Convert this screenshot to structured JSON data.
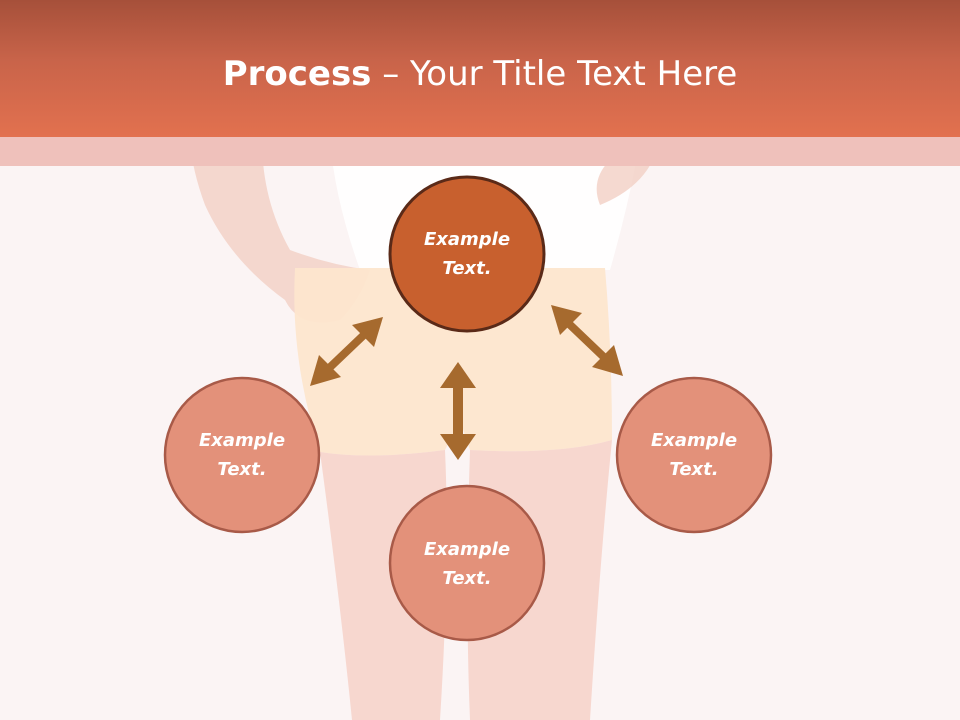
{
  "slide": {
    "title_bold": "Process",
    "title_rest": " – Your Title Text Here"
  },
  "nodes": [
    {
      "id": "top",
      "label_line1": "Example",
      "label_line2": "Text.",
      "fill": "#c8602e",
      "stroke": "#5a2a18"
    },
    {
      "id": "left",
      "label_line1": "Example",
      "label_line2": "Text.",
      "fill": "#e3917a",
      "stroke": "#a85a48"
    },
    {
      "id": "bottom",
      "label_line1": "Example",
      "label_line2": "Text.",
      "fill": "#e3917a",
      "stroke": "#a85a48"
    },
    {
      "id": "right",
      "label_line1": "Example",
      "label_line2": "Text.",
      "fill": "#e3917a",
      "stroke": "#a85a48"
    }
  ],
  "connectors": [
    {
      "from": "top",
      "to": "left",
      "style": "double-arrow"
    },
    {
      "from": "top",
      "to": "bottom",
      "style": "double-arrow"
    },
    {
      "from": "top",
      "to": "right",
      "style": "double-arrow"
    }
  ],
  "colors": {
    "title_bar": "#d56a4c",
    "arrow": "#a66a2e",
    "background": "#fbf4f4"
  }
}
